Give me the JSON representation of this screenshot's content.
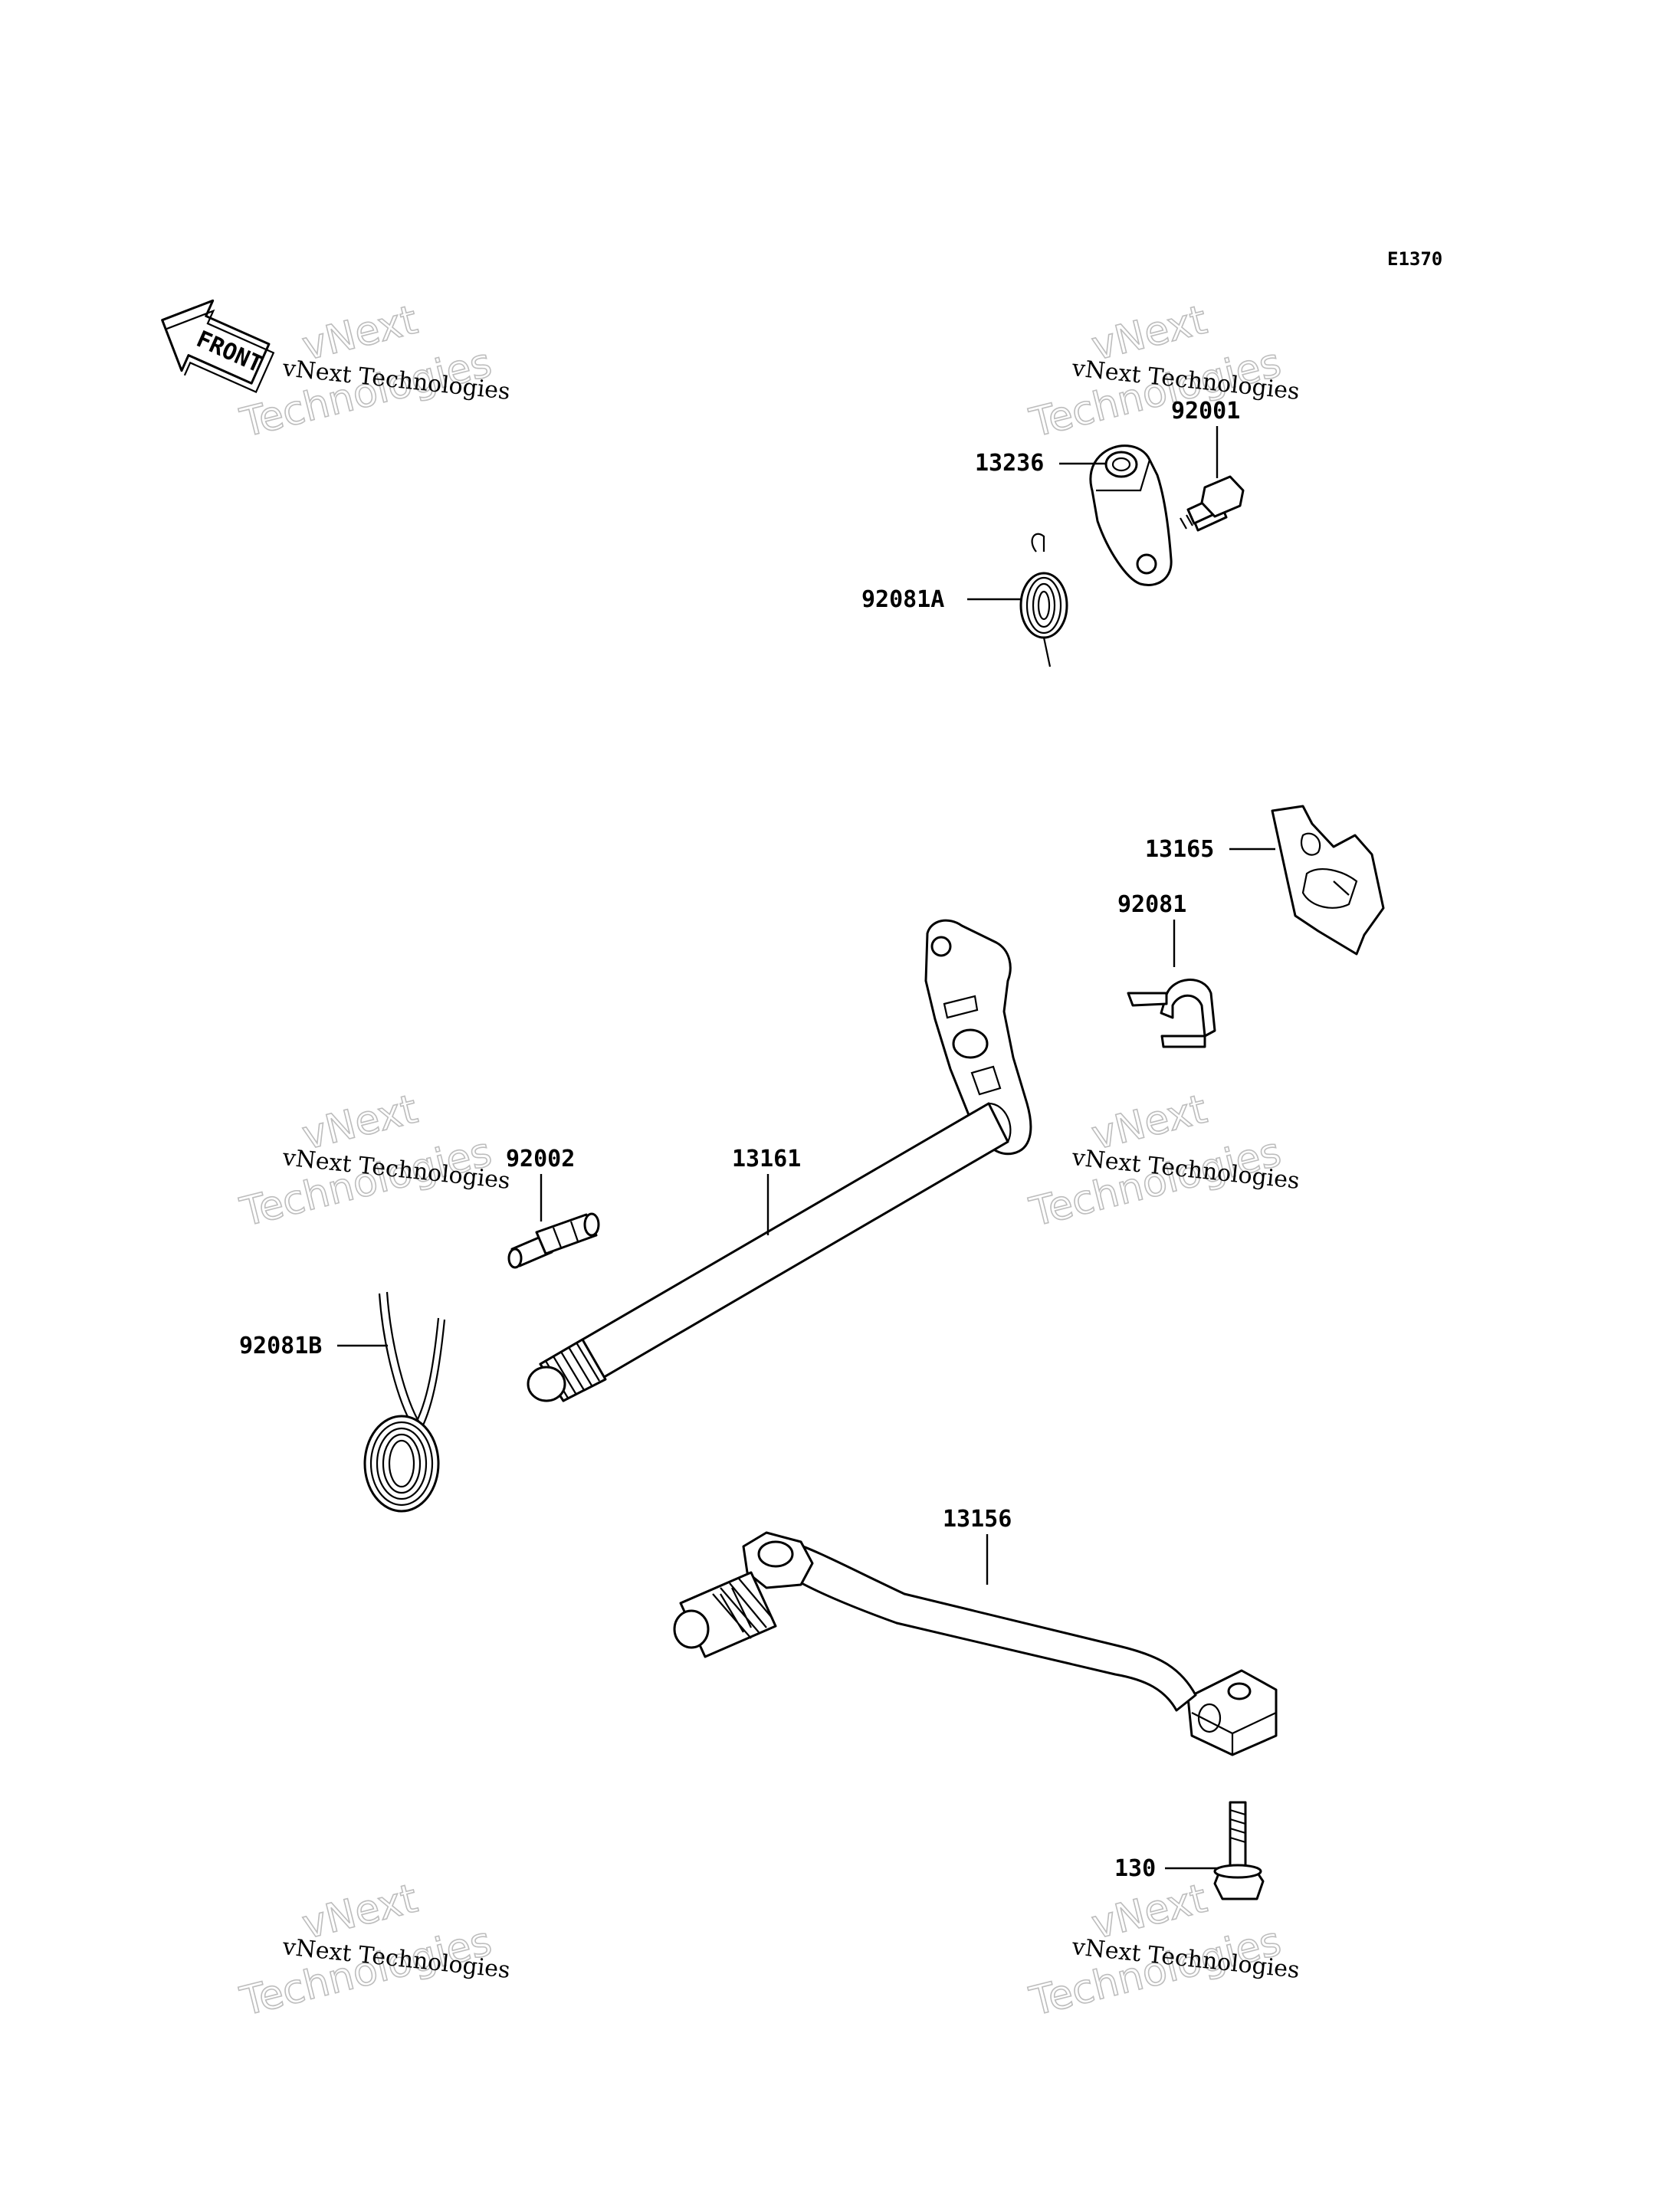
{
  "diagram_code": "E1370",
  "front_label": "FRONT",
  "watermark": {
    "line1": "vNext Technologies",
    "big1": "vNext",
    "big2": "Technologies"
  },
  "parts": {
    "p13236": "13236",
    "p92001": "92001",
    "p92081A": "92081A",
    "p13165": "13165",
    "p92081": "92081",
    "p92002": "92002",
    "p13161": "13161",
    "p92081B": "92081B",
    "p13156": "13156",
    "p130": "130"
  }
}
